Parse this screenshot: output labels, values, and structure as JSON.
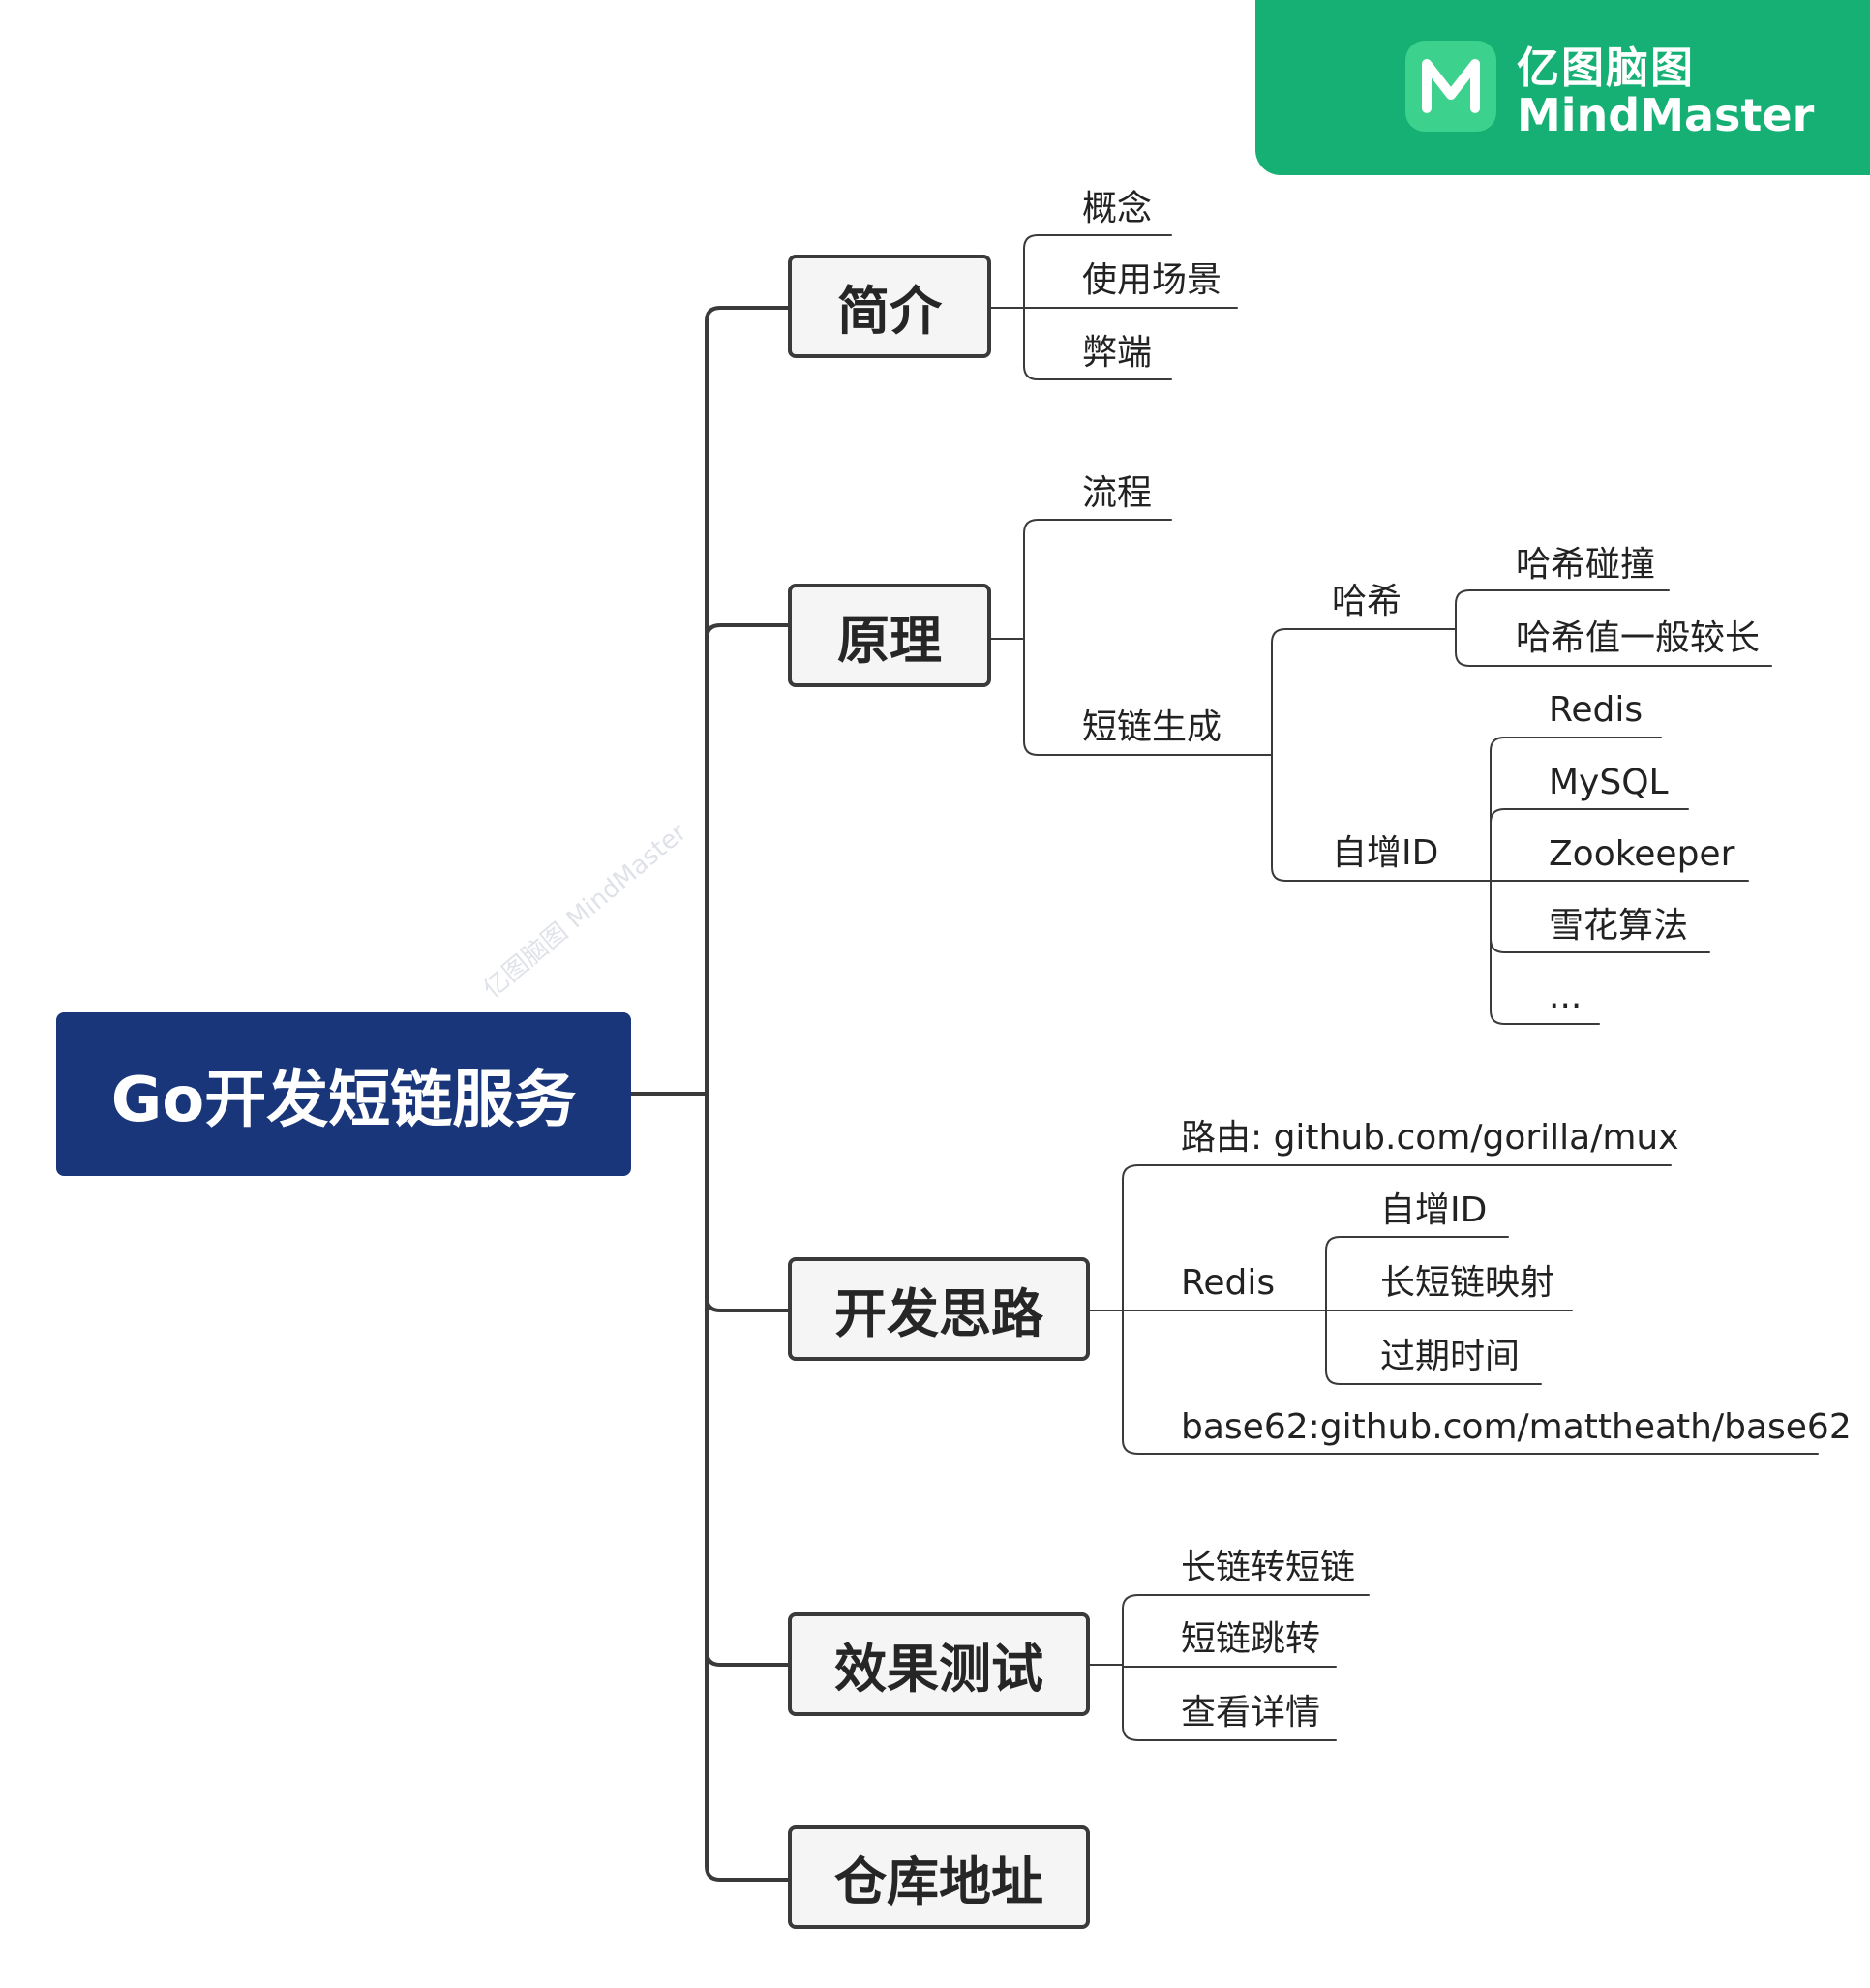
{
  "brand": {
    "name_cn": "亿图脑图",
    "name_en": "MindMaster",
    "accent": "#17b074"
  },
  "watermark": "亿图脑图 MindMaster",
  "root": {
    "label": "Go开发短链服务",
    "color": "#1a367b"
  },
  "topics": {
    "intro": {
      "label": "简介",
      "children": [
        "概念",
        "使用场景",
        "弊端"
      ]
    },
    "principle": {
      "label": "原理",
      "flow": "流程",
      "shortlink": {
        "label": "短链生成",
        "hash": {
          "label": "哈希",
          "children": [
            "哈希碰撞",
            "哈希值一般较长"
          ]
        },
        "autoid": {
          "label": "自增ID",
          "children": [
            "Redis",
            "MySQL",
            "Zookeeper",
            "雪花算法",
            "..."
          ]
        }
      }
    },
    "dev": {
      "label": "开发思路",
      "router": "路由: github.com/gorilla/mux",
      "redis": {
        "label": "Redis",
        "children": [
          "自增ID",
          "长短链映射",
          "过期时间"
        ]
      },
      "base62": "base62:github.com/mattheath/base62"
    },
    "test": {
      "label": "效果测试",
      "children": [
        "长链转短链",
        "短链跳转",
        "查看详情"
      ]
    },
    "repo": {
      "label": "仓库地址"
    }
  }
}
